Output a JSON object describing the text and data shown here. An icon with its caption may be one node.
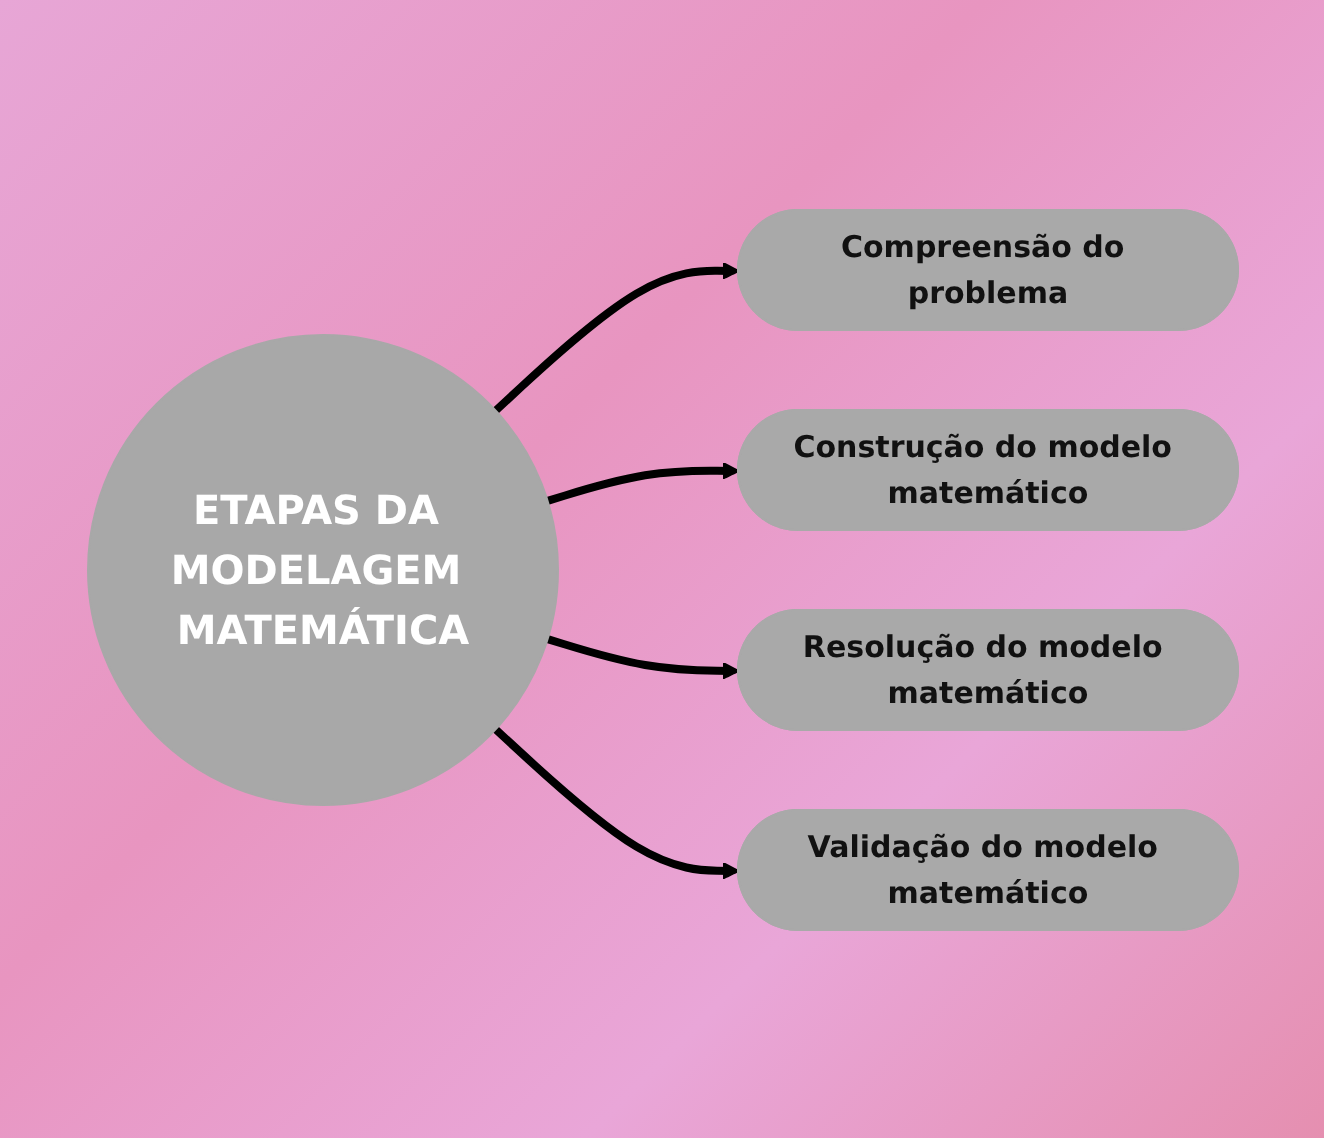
{
  "diagram": {
    "nodes": [
      {
        "text": [
          "ETAPAS DA MODELAGEM MATEMÁTICA"
        ]
      },
      {
        "text": [
          "Compreensão do problema"
        ]
      },
      {
        "text": [
          "Construção do modelo matemático"
        ]
      },
      {
        "text": [
          "Resolução do modelo matemático"
        ]
      },
      {
        "text": [
          "Validação do modelo matemático"
        ]
      }
    ],
    "edges": [
      {
        "from": 0,
        "to": 1,
        "arrow": "to"
      },
      {
        "from": 0,
        "to": 2,
        "arrow": "to"
      },
      {
        "from": 0,
        "to": 3,
        "arrow": "to"
      },
      {
        "from": 0,
        "to": 4,
        "arrow": "to"
      }
    ]
  }
}
